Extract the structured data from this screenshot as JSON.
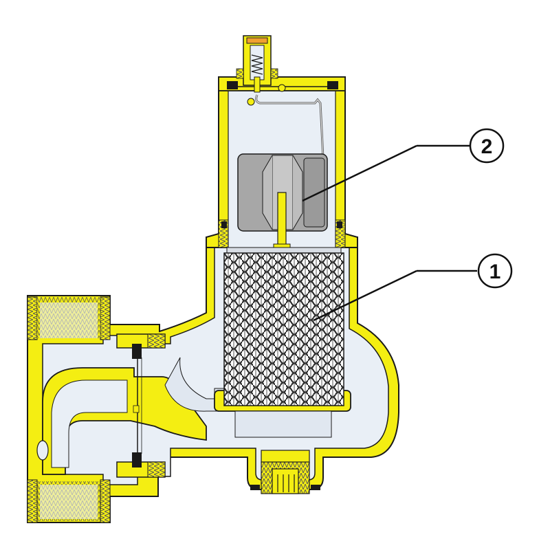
{
  "colors": {
    "body_yellow": "#f4ee12",
    "outline": "#1a1a1a",
    "interior": "#e9eff6",
    "float_gray": "#a7a7a7",
    "mesh_dark": "#3a3a3a",
    "background": "#ffffff"
  },
  "callouts": [
    {
      "id": "1",
      "label": "1"
    },
    {
      "id": "2",
      "label": "2"
    }
  ]
}
